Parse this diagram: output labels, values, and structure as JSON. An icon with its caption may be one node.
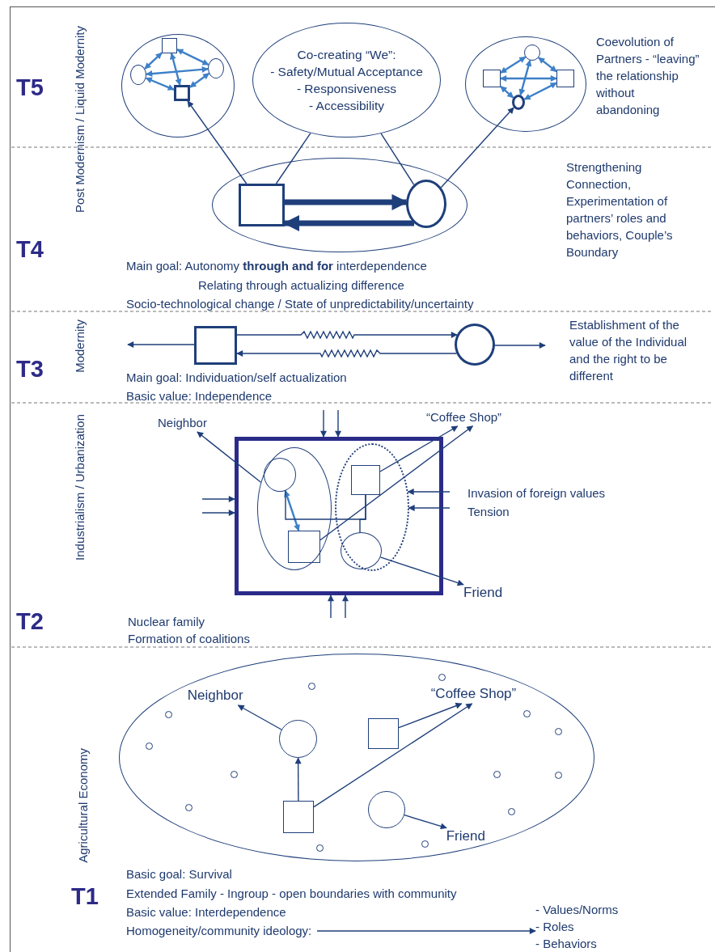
{
  "diagram": {
    "nodes": [
      {
        "text": [],
        "shape": "ellipse"
      },
      {
        "text": [],
        "shape": "box",
        "in": 0
      },
      {
        "text": [],
        "shape": "circle",
        "in": 0
      },
      {
        "text": [],
        "shape": "circle",
        "in": 0
      },
      {
        "text": [],
        "shape": "box",
        "in": 0
      },
      {
        "text": [
          "Co-creating “We”:",
          "- Safety/Mutual Acceptance",
          "- Responsiveness",
          "- Accessibility"
        ]
      },
      {
        "text": [],
        "shape": "ellipse"
      },
      {
        "text": [],
        "shape": "circle",
        "in": 6
      },
      {
        "text": [],
        "shape": "box",
        "in": 6
      },
      {
        "text": [],
        "shape": "box",
        "in": 6
      },
      {
        "text": [],
        "shape": "circle",
        "in": 6
      },
      {
        "text": [],
        "shape": "ellipse"
      },
      {
        "text": [],
        "shape": "box",
        "in": 11
      },
      {
        "text": [],
        "shape": "circle",
        "in": 11
      },
      {
        "text": [],
        "shape": "box"
      },
      {
        "text": [],
        "shape": "circle"
      },
      {
        "text": [],
        "shape": "box"
      },
      {
        "text": [],
        "shape": "ellipse",
        "in": 16
      },
      {
        "text": [],
        "shape": "circle",
        "in": 17
      },
      {
        "text": [],
        "shape": "box",
        "in": 17
      },
      {
        "text": [],
        "shape": "ellipse",
        "in": 16
      },
      {
        "text": [],
        "shape": "box",
        "in": 20
      },
      {
        "text": [],
        "shape": "circle",
        "in": 20
      },
      {
        "text": [
          "Neighbor"
        ]
      },
      {
        "text": [
          "“Coffee Shop”"
        ]
      },
      {
        "text": [
          "Friend"
        ]
      },
      {
        "text": [],
        "shape": "ellipse"
      },
      {
        "text": [
          "Neighbor"
        ],
        "in": 26
      },
      {
        "text": [
          "“Coffee Shop”"
        ],
        "in": 26
      },
      {
        "text": [],
        "shape": "circle",
        "in": 26
      },
      {
        "text": [],
        "shape": "box",
        "in": 26
      },
      {
        "text": [],
        "shape": "box",
        "in": 26
      },
      {
        "text": [],
        "shape": "circle",
        "in": 26
      },
      {
        "text": [
          "Friend"
        ],
        "in": 26
      },
      {
        "text": [
          "Homogeneity/community ideology:"
        ]
      },
      {
        "text": [
          "- Values/Norms",
          "- Roles",
          "- Behaviors"
        ]
      }
    ],
    "edges": [
      {
        "from": 1,
        "to": 2,
        "arrow": "both",
        "color": "#3d80c8"
      },
      {
        "from": 1,
        "to": 3,
        "arrow": "both",
        "color": "#3d80c8"
      },
      {
        "from": 2,
        "to": 3,
        "arrow": "both",
        "color": "#3d80c8"
      },
      {
        "from": 2,
        "to": 4,
        "arrow": "both",
        "color": "#3d80c8"
      },
      {
        "from": 3,
        "to": 4,
        "arrow": "both",
        "color": "#3d80c8"
      },
      {
        "from": 1,
        "to": 4,
        "arrow": "both",
        "color": "#3d80c8"
      },
      {
        "from": 7,
        "to": 8,
        "arrow": "both",
        "color": "#3d80c8"
      },
      {
        "from": 7,
        "to": 9,
        "arrow": "both",
        "color": "#3d80c8"
      },
      {
        "from": 8,
        "to": 9,
        "arrow": "both",
        "color": "#3d80c8"
      },
      {
        "from": 7,
        "to": 10,
        "arrow": "both",
        "color": "#3d80c8"
      },
      {
        "from": 8,
        "to": 10,
        "arrow": "both",
        "color": "#3d80c8"
      },
      {
        "from": 9,
        "to": 10,
        "arrow": "both",
        "color": "#3d80c8"
      },
      {
        "from": 12,
        "to": 4,
        "arrow": "to"
      },
      {
        "from": 13,
        "to": 10,
        "arrow": "to"
      },
      {
        "from": 5,
        "to": 12,
        "arrow": "none"
      },
      {
        "from": 5,
        "to": 13,
        "arrow": "none"
      },
      {
        "from": 12,
        "to": 13,
        "arrow": "to",
        "style": "thick"
      },
      {
        "from": 13,
        "to": 12,
        "arrow": "to",
        "style": "thick"
      },
      {
        "from": 14,
        "to": null,
        "arrow": "to"
      },
      {
        "from": 14,
        "to": 15,
        "arrow": "to"
      },
      {
        "from": 15,
        "to": 14,
        "arrow": "to"
      },
      {
        "from": 15,
        "to": null,
        "arrow": "to"
      },
      {
        "from": 18,
        "to": 19,
        "arrow": "both",
        "color": "#3d80c8"
      },
      {
        "from": 18,
        "to": 21,
        "arrow": "none"
      },
      {
        "from": 21,
        "to": 22,
        "arrow": "none"
      },
      {
        "from": 17,
        "to": 23,
        "arrow": "to"
      },
      {
        "from": 21,
        "to": 24,
        "arrow": "to"
      },
      {
        "from": 19,
        "to": 24,
        "arrow": "to"
      },
      {
        "from": 22,
        "to": 25,
        "arrow": "to"
      },
      {
        "from": null,
        "to": 16,
        "arrow": "to"
      },
      {
        "from": null,
        "to": 16,
        "arrow": "to"
      },
      {
        "from": null,
        "to": 16,
        "arrow": "to"
      },
      {
        "from": null,
        "to": 16,
        "arrow": "to"
      },
      {
        "from": null,
        "to": 20,
        "arrow": "to"
      },
      {
        "from": null,
        "to": 20,
        "arrow": "to"
      },
      {
        "from": null,
        "to": 16,
        "arrow": "to"
      },
      {
        "from": null,
        "to": 16,
        "arrow": "to"
      },
      {
        "from": 29,
        "to": 27,
        "arrow": "to"
      },
      {
        "from": 31,
        "to": 29,
        "arrow": "to"
      },
      {
        "from": 30,
        "to": 28,
        "arrow": "to"
      },
      {
        "from": 31,
        "to": 28,
        "arrow": "to"
      },
      {
        "from": 32,
        "to": 33,
        "arrow": "to"
      },
      {
        "from": 34,
        "to": 35,
        "arrow": "to"
      }
    ],
    "labels": [
      "T5",
      "Post Modernism / Liquid Modernity",
      "Coevolution of Partners - “leaving” the relationship without abandoning",
      "T4",
      "Strengthening Connection, Experimentation of partners’ roles and behaviors, Couple’s Boundary",
      "Main goal: Autonomy **through and for** interdependence",
      "Relating through actualizing difference",
      "Socio-technological change / State of unpredictability/uncertainty",
      "Modernity",
      "T3",
      "Establishment of the value of the Individual and the right to be different",
      "Main goal: Individuation/self actualization",
      "Basic value: Independence",
      "Industrialism / Urbanization",
      "Invasion of foreign values",
      "Tension",
      "T2",
      "Nuclear family",
      "Formation of coalitions",
      "Agricultural Economy",
      "T1",
      "Basic goal: Survival",
      "Extended Family - Ingroup - open boundaries with community",
      "Basic value: Interdependence"
    ]
  }
}
